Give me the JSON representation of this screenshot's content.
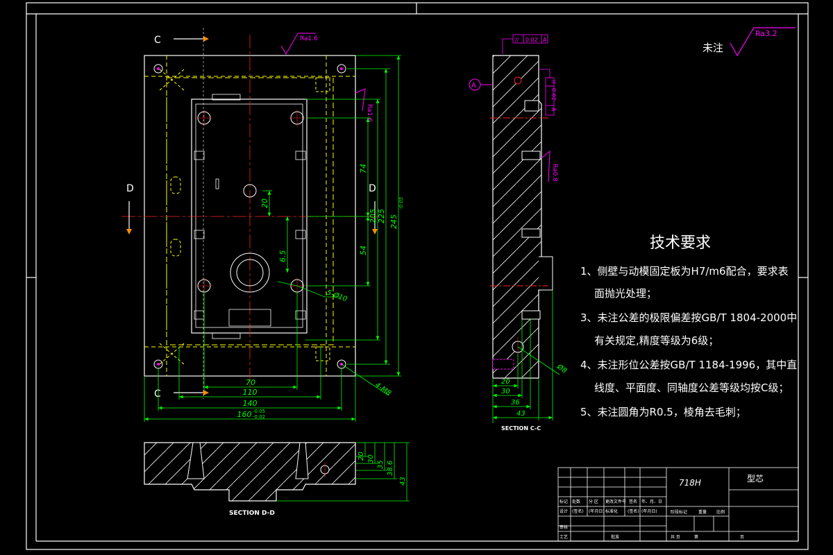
{
  "main_view": {
    "section_c": "C",
    "section_d": "D",
    "roughness": "Ra1.6",
    "roughness_side": "Ra1.6",
    "dims": {
      "d74": "74",
      "d20": "20",
      "d205": "205",
      "d225": "225",
      "d245": "245",
      "d245_tol": "-0.05",
      "d54": "54",
      "d65": "6.5",
      "hole_callout": "5-Ø10",
      "thread_callout": "4-M8",
      "d70": "70",
      "d110": "110",
      "d140": "140",
      "d160": "160",
      "d160_tol_up": "-0.05",
      "d160_tol_dn": "-0.02"
    }
  },
  "section_dd": {
    "caption": "SECTION D-D",
    "dims": [
      "20",
      "30",
      "35",
      "38.6",
      "43"
    ]
  },
  "section_cc": {
    "caption": "SECTION C-C",
    "datum": "A",
    "tol_frame_top": [
      "//",
      "0.02",
      "A"
    ],
    "tol_frame_side": [
      "//",
      "0.02",
      "A"
    ],
    "roughness": "Ra0.8",
    "hole": "Ø8",
    "dims": [
      "20",
      "30",
      "36",
      "43"
    ]
  },
  "notes": {
    "unspecified": "未注",
    "roughness_default": "Ra3.2",
    "heading": "技术要求",
    "lines": [
      "1、侧壁与动模固定板为H7/m6配合，要求表",
      "面抛光处理；",
      "3、未注公差的极限偏差按GB/T 1804-2000中",
      "有关规定,精度等级为6级；",
      "4、未注形位公差按GB/T 1184-1996，其中直",
      "线度、平面度、同轴度公差等级均按C级；",
      "5、未注圆角为R0.5，棱角去毛刺；"
    ]
  },
  "title_block": {
    "material": "718H",
    "part_name": "型芯",
    "row1": [
      "标记",
      "处数",
      "分 区",
      "更改文件号",
      "签名",
      "年、月、日"
    ],
    "row2": [
      "设计",
      "(签名)",
      "(年月日)",
      "标准化",
      "(签名)",
      "(年月日)"
    ],
    "stage": [
      "阶段标记",
      "重量",
      "比例"
    ],
    "row3": [
      "审核"
    ],
    "row4": [
      "工艺",
      "批准"
    ],
    "sheet": [
      "共 页",
      "第",
      "页"
    ]
  },
  "colors": {
    "background": "#000000",
    "outline": "#ffffff",
    "dimension": "#00ff00",
    "center": "#ff2020",
    "hidden": "#ffff00",
    "annotation": "#ff00ff",
    "arrow": "#ff8c00",
    "leader": "#00ffff"
  }
}
